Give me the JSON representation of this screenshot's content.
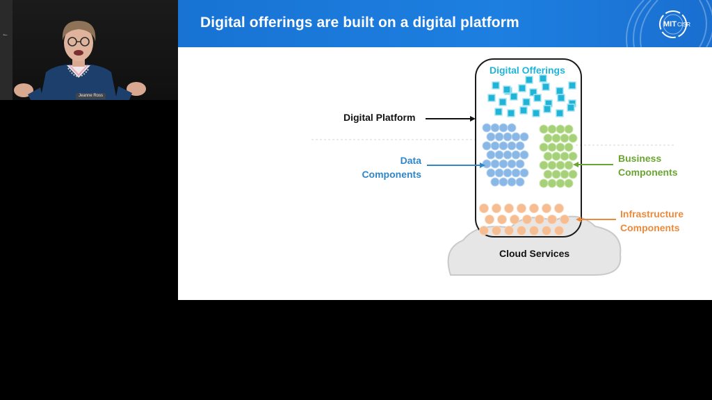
{
  "webcam": {
    "participant_name": "Jeanne Ross"
  },
  "slide": {
    "title": "Digital offerings are built on a digital platform",
    "logo_text": "MIT",
    "logo_subtext": "CISR",
    "labels": {
      "digital_offerings": "Digital Offerings",
      "digital_platform": "Digital Platform",
      "data_components_line1": "Data",
      "data_components_line2": "Components",
      "business_components_line1": "Business",
      "business_components_line2": "Components",
      "infrastructure_components_line1": "Infrastructure",
      "infrastructure_components_line2": "Components",
      "cloud_services": "Cloud Services"
    },
    "colors": {
      "header_blue": "#1a78d9",
      "offerings_cyan": "#1fb5d8",
      "data_blue": "#2f86c8",
      "business_green": "#6aa531",
      "infrastructure_orange": "#ec8a3c"
    }
  }
}
